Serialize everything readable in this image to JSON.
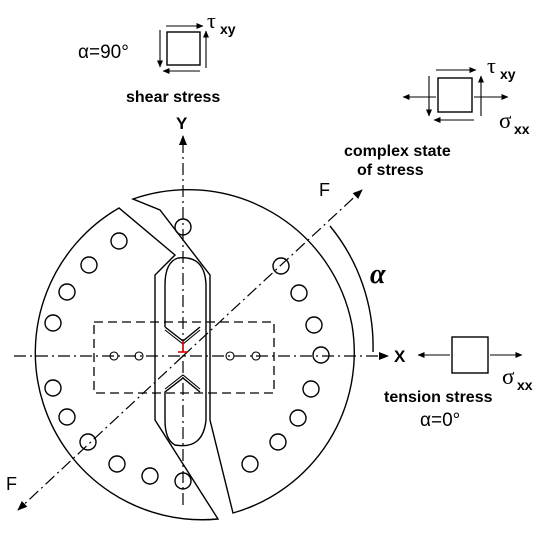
{
  "shear": {
    "alpha_label": "α=90°",
    "tau_symbol": "τ",
    "tau_subscript": "xy",
    "caption": "shear stress"
  },
  "complex": {
    "tau_symbol": "τ",
    "tau_subscript": "xy",
    "sigma_symbol": "σ",
    "sigma_subscript": "xx",
    "caption_line1": "complex state",
    "caption_line2": "of stress"
  },
  "tension": {
    "sigma_symbol": "σ",
    "sigma_subscript": "xx",
    "caption": "tension stress",
    "alpha_label": "α=0°"
  },
  "axes": {
    "x_label": "X",
    "y_label": "Y",
    "force_top_label": "F",
    "force_bottom_label": "F",
    "angle_label": "α"
  },
  "colors": {
    "line": "#000000",
    "center_mark": "#e00000"
  }
}
